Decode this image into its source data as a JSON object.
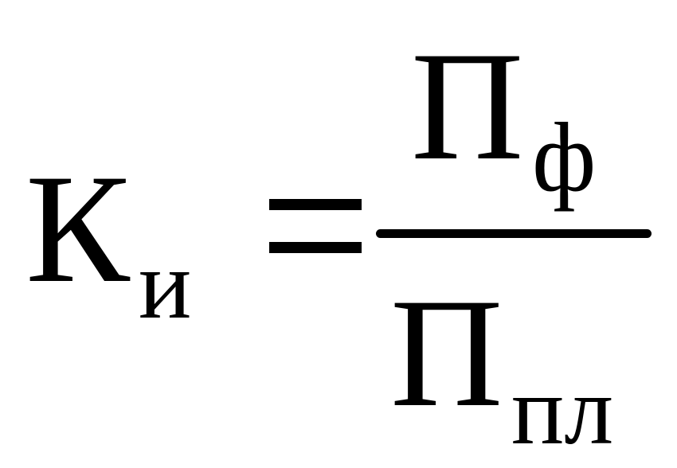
{
  "formula": {
    "lhs": {
      "symbol": "К",
      "subscript": "и"
    },
    "relation": "=",
    "numerator": {
      "symbol": "П",
      "subscript": "ф"
    },
    "denominator": {
      "symbol": "П",
      "subscript": "пл"
    },
    "color": "#000000"
  }
}
